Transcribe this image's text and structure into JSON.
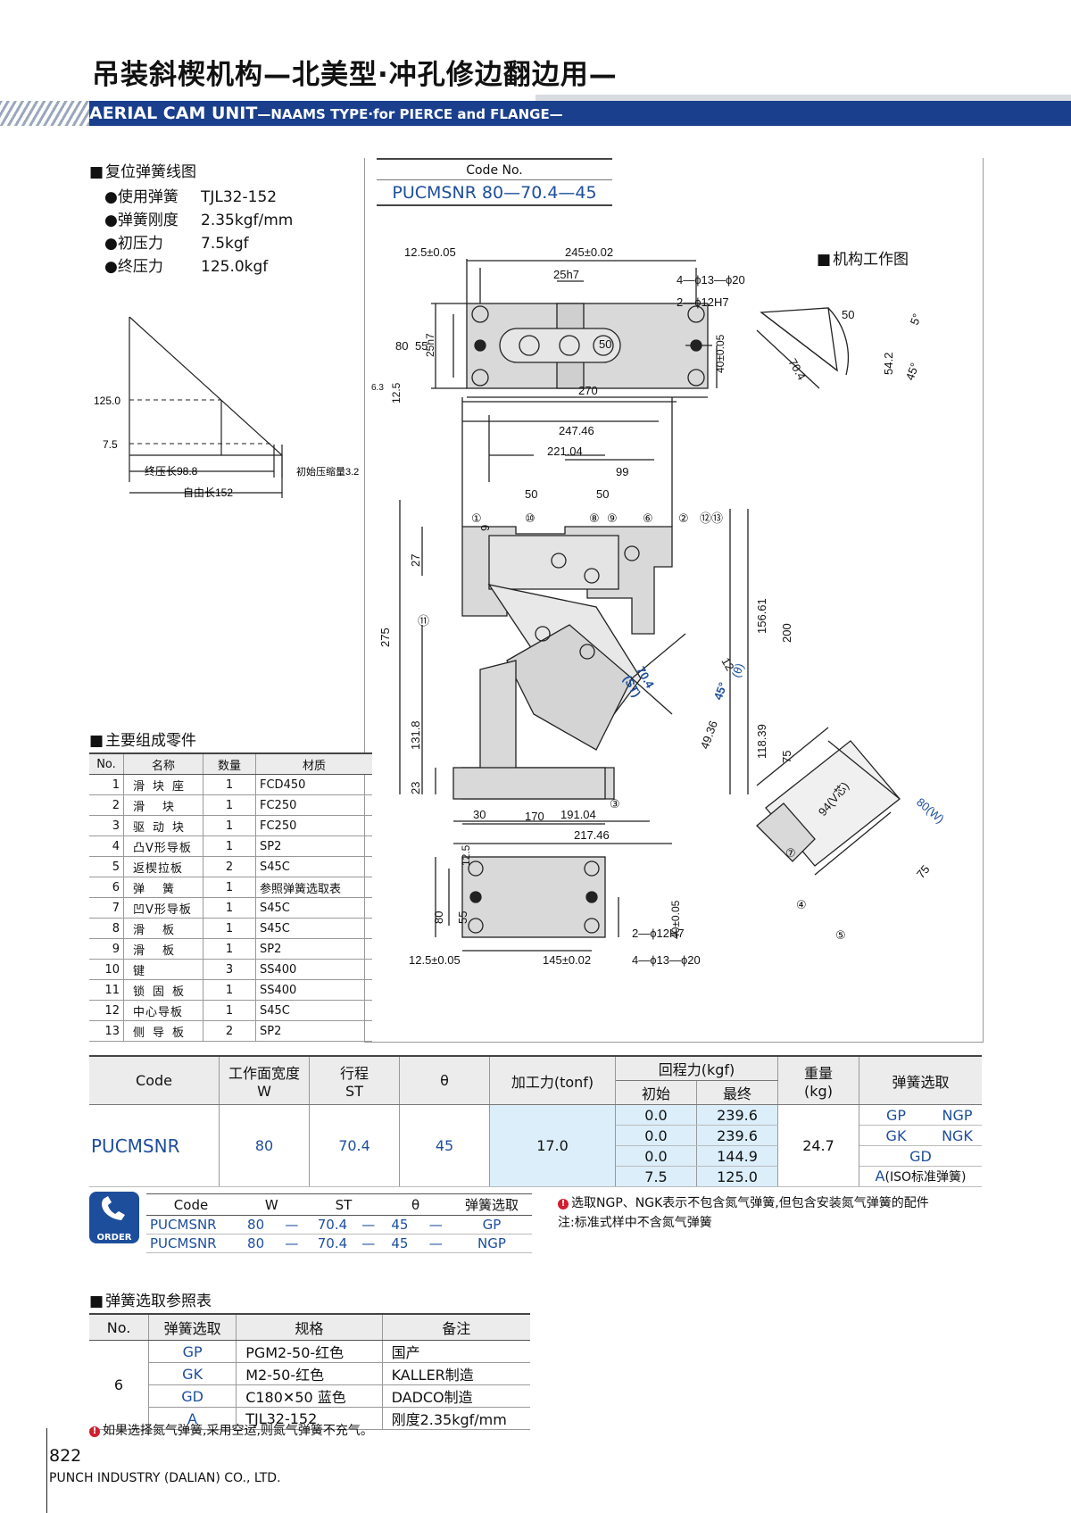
{
  "header": {
    "title_cn": "吊装斜楔机构—北美型·冲孔修边翻边用—",
    "title_en": "AERIAL CAM UNIT",
    "title_en_sub": "—NAAMS TYPE·for PIERCE and FLANGE—"
  },
  "spring_section": {
    "heading": "复位弹簧线图",
    "specs": [
      {
        "k": "●使用弹簧",
        "v": "TJL32-152"
      },
      {
        "k": "●弹簧刚度",
        "v": "2.35kgf/mm"
      },
      {
        "k": "●初压力",
        "v": "7.5kgf"
      },
      {
        "k": "●终压力",
        "v": "125.0kgf"
      }
    ],
    "chart": {
      "y_hi": "125.0",
      "y_lo": "7.5",
      "final_comp": "终压长98.8",
      "init_comp": "初始压缩量3.2",
      "free_len": "自由长152"
    }
  },
  "code_box": {
    "label": "Code No.",
    "value": "PUCMSNR 80—70.4—45"
  },
  "mechanism_label": "机构工作图",
  "drawing": {
    "top_view": {
      "d1": "12.5±0.05",
      "d2": "245±0.02",
      "d3": "25h7",
      "d4": "4—ϕ13—ϕ20",
      "d5": "2—ϕ12H7",
      "h80": "80",
      "h55": "55",
      "h25": "25h7",
      "h50": "50",
      "h40": "40±0.05",
      "w270": "270",
      "r63": "6.3",
      "h125": "12.5"
    },
    "side_view": {
      "w1": "247.46",
      "w2": "221.04",
      "w3": "99",
      "w4": "50",
      "w5": "50",
      "h275": "275",
      "h27": "27",
      "h9": "9",
      "h1318": "131.8",
      "h23": "23",
      "h15661": "156.61",
      "h200": "200",
      "h11839": "118.39",
      "h75": "75",
      "b30": "30",
      "b19104": "191.04",
      "b21746": "217.46",
      "st": "70.4",
      "st_lbl": "(ST)",
      "theta": "45°",
      "theta_lbl": "(θ)",
      "d4936": "49.36",
      "d12": "12"
    },
    "callouts": [
      "①",
      "⑩",
      "⑧",
      "⑨",
      "⑥",
      "②",
      "⑫⑬",
      "⑪",
      "③",
      "⑦",
      "④",
      "⑤"
    ],
    "angle_view": {
      "a50": "50",
      "a704": "70.4",
      "a542": "54.2",
      "a45": "45°",
      "a5": "5°"
    },
    "v_view": {
      "v94": "94(V芯)",
      "v80": "80(W)",
      "v75": "75"
    },
    "bottom_view": {
      "w170": "170",
      "h80": "80",
      "h55": "55",
      "h125": "12.5",
      "h40": "40±0.05",
      "d1": "2—ϕ12H7",
      "d2": "4—ϕ13—ϕ20",
      "b1": "12.5±0.05",
      "b2": "145±0.02"
    }
  },
  "parts": {
    "heading": "主要组成零件",
    "headers": [
      "No.",
      "名称",
      "数量",
      "材质"
    ],
    "rows": [
      [
        "1",
        "滑块座",
        "1",
        "FCD450"
      ],
      [
        "2",
        "滑块",
        "1",
        "FC250"
      ],
      [
        "3",
        "驱动块",
        "1",
        "FC250"
      ],
      [
        "4",
        "凸V形导板",
        "1",
        "SP2"
      ],
      [
        "5",
        "返楔拉板",
        "2",
        "S45C"
      ],
      [
        "6",
        "弹簧",
        "1",
        "参照弹簧选取表"
      ],
      [
        "7",
        "凹V形导板",
        "1",
        "S45C"
      ],
      [
        "8",
        "滑板",
        "1",
        "S45C"
      ],
      [
        "9",
        "滑板",
        "1",
        "SP2"
      ],
      [
        "10",
        "键",
        "3",
        "SS400"
      ],
      [
        "11",
        "锁固板",
        "1",
        "SS400"
      ],
      [
        "12",
        "中心导板",
        "1",
        "S45C"
      ],
      [
        "13",
        "侧导板",
        "2",
        "SP2"
      ]
    ]
  },
  "main_table": {
    "h_code": "Code",
    "h_w": "工作面宽度",
    "h_w2": "W",
    "h_st": "行程",
    "h_st2": "ST",
    "h_theta": "θ",
    "h_force": "加工力(tonf)",
    "h_return": "回程力(kgf)",
    "h_init": "初始",
    "h_final": "最终",
    "h_weight": "重量",
    "h_weight2": "(kg)",
    "h_spring": "弹簧选取",
    "code": "PUCMSNR",
    "w": "80",
    "st": "70.4",
    "theta": "45",
    "force": "17.0",
    "weight": "24.7",
    "rows": [
      [
        "0.0",
        "239.6"
      ],
      [
        "0.0",
        "239.6"
      ],
      [
        "0.0",
        "144.9"
      ],
      [
        "7.5",
        "125.0"
      ]
    ],
    "springs": [
      [
        "GP",
        "NGP"
      ],
      [
        "GK",
        "NGK"
      ],
      [
        "GD",
        ""
      ],
      [
        "A",
        "(ISO标准弹簧)"
      ]
    ]
  },
  "order": {
    "badge": "ORDER",
    "headers": [
      "Code",
      "W",
      "ST",
      "θ",
      "弹簧选取"
    ],
    "rows": [
      [
        "PUCMSNR",
        "80",
        "—",
        "70.4",
        "—",
        "45",
        "—",
        "GP"
      ],
      [
        "PUCMSNR",
        "80",
        "—",
        "70.4",
        "—",
        "45",
        "—",
        "NGP"
      ]
    ],
    "note1": "选取NGP、NGK表示不包含氮气弹簧,但包含安装氮气弹簧的配件",
    "note2": "注:标准式样中不含氮气弹簧"
  },
  "spring_select": {
    "heading": "弹簧选取参照表",
    "headers": [
      "No.",
      "弹簧选取",
      "规格",
      "备注"
    ],
    "no": "6",
    "rows": [
      [
        "GP",
        "PGM2-50-红色",
        "国产"
      ],
      [
        "GK",
        "M2-50-红色",
        "KALLER制造"
      ],
      [
        "GD",
        "C180✕50 蓝色",
        "DADCO制造"
      ],
      [
        "A",
        "TJL32-152",
        "刚度2.35kgf/mm"
      ]
    ],
    "note": "如果选择氮气弹簧,采用空运,则氮气弹簧不充气。"
  },
  "footer": {
    "page": "822",
    "company": "PUNCH INDUSTRY (DALIAN) CO., LTD."
  },
  "colors": {
    "blue": "#1d4e9c",
    "band": "#1a3f8c",
    "light_blue": "#dbeefa"
  }
}
